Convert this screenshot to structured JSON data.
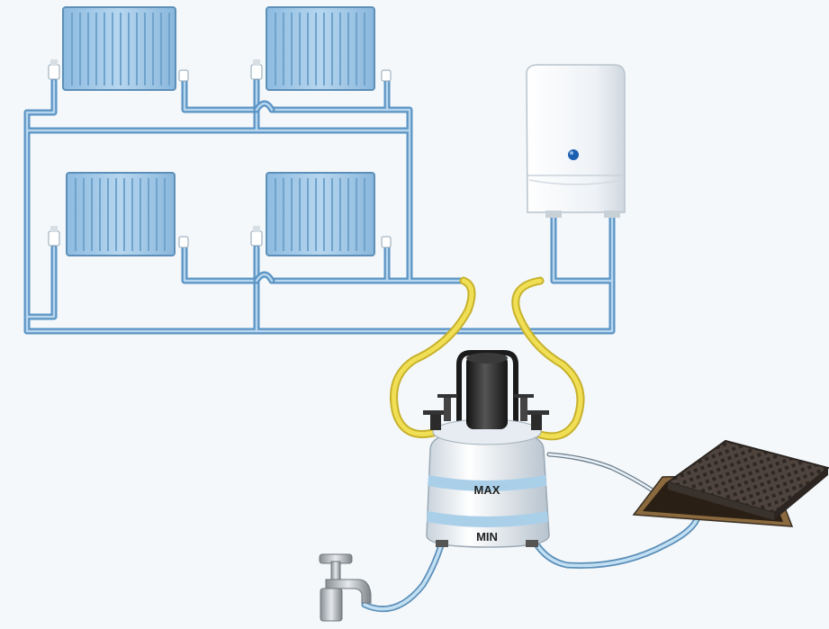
{
  "diagram": {
    "subject": "central-heating-power-flushing-setup",
    "components": {
      "radiators": [
        "radiator-top-left",
        "radiator-top-right",
        "radiator-bottom-left",
        "radiator-bottom-right"
      ],
      "boiler": "wall-boiler",
      "pump": "power-flush-pump",
      "tap": "water-tap",
      "drain": "floor-drain"
    },
    "labels": {
      "max": "MAX",
      "min": "MIN"
    },
    "colors": {
      "pipe": "#5b94c4",
      "pipe_inner": "#a9cdea",
      "radiator": "#9ec8e8",
      "radiator_fin": "#6fa3cc",
      "hose_yellow": "#e9d340",
      "hose_blue": "#b9d9ef",
      "boiler": "#eef2f6",
      "tank": "#e9eef3",
      "tank_band": "#aacfe9",
      "drain_grate": "#5a4f47",
      "background": "#f4f8fb"
    },
    "icons": [
      "radiator-icon",
      "boiler-icon",
      "pump-icon",
      "tap-icon",
      "drain-icon",
      "valve-icon"
    ]
  }
}
